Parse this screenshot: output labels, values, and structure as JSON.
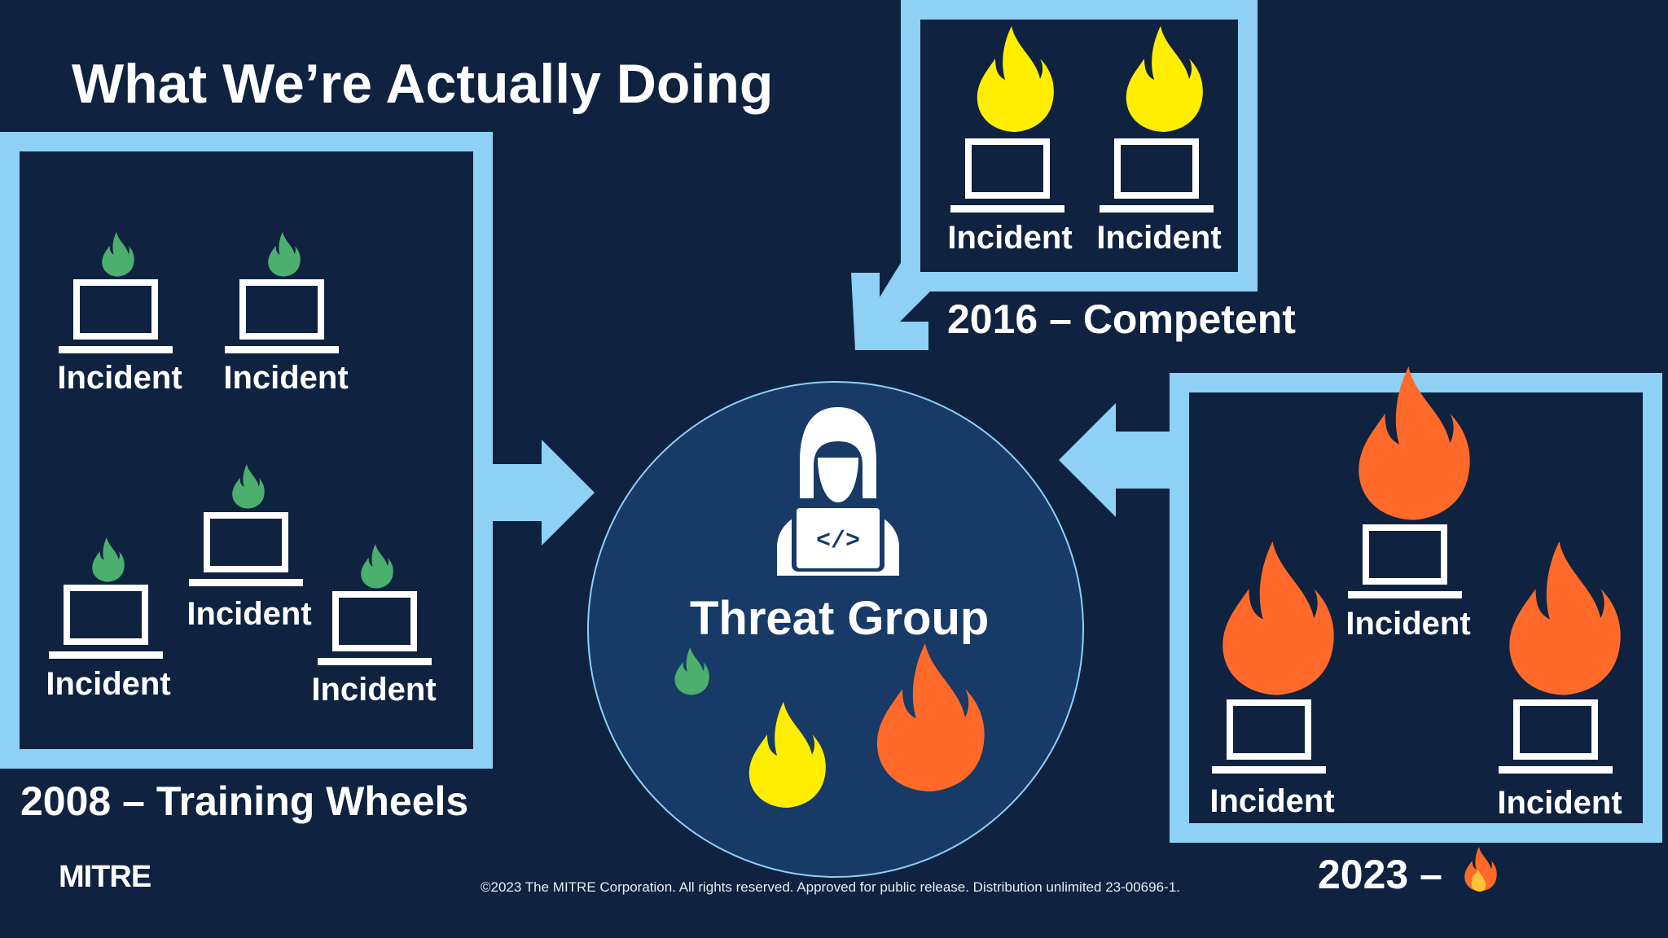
{
  "slide": {
    "title": "What We’re Actually Doing",
    "footer": "©2023 The MITRE Corporation. All rights reserved. Approved for public release. Distribution unlimited 23-00696-1.",
    "logo": "MITRE"
  },
  "panels": {
    "training_wheels": {
      "caption": "2008 – Training Wheels",
      "incidents": [
        "Incident",
        "Incident",
        "Incident",
        "Incident",
        "Incident"
      ],
      "flame_color": "#4caf6e"
    },
    "competent": {
      "caption": "2016 – Competent",
      "incidents": [
        "Incident",
        "Incident"
      ],
      "flame_color": "#ffee00"
    },
    "current": {
      "caption": "2023 –",
      "caption_icon": "fire-emoji-icon",
      "incidents": [
        "Incident",
        "Incident",
        "Incident"
      ],
      "flame_color": "#ff6a2a"
    }
  },
  "center": {
    "label": "Threat Group",
    "icon": "hacker-laptop-icon",
    "code_glyph": "</>"
  },
  "colors": {
    "background": "#0f2340",
    "panel_border": "#8fd0f5",
    "circle_fill": "#173a66",
    "green_flame": "#4caf6e",
    "yellow_flame": "#ffee00",
    "orange_flame": "#ff6a2a"
  }
}
